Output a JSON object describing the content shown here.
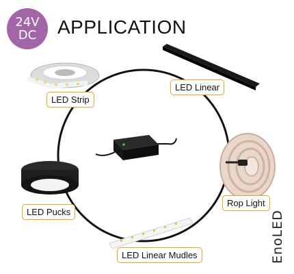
{
  "badge": {
    "line1": "24V",
    "line2": "DC",
    "color": "#a266a8"
  },
  "title": "APPLICATION",
  "products": {
    "led_strip": "LED Strip",
    "led_linear": "LED Linear",
    "rop_light": "Rop Light",
    "led_pucks": "LED Pucks",
    "led_linear_mudles": "LED Linear Mudles"
  },
  "brand": "EnoLED",
  "colors": {
    "label_border": "#f0a020",
    "circle": "#111111"
  }
}
